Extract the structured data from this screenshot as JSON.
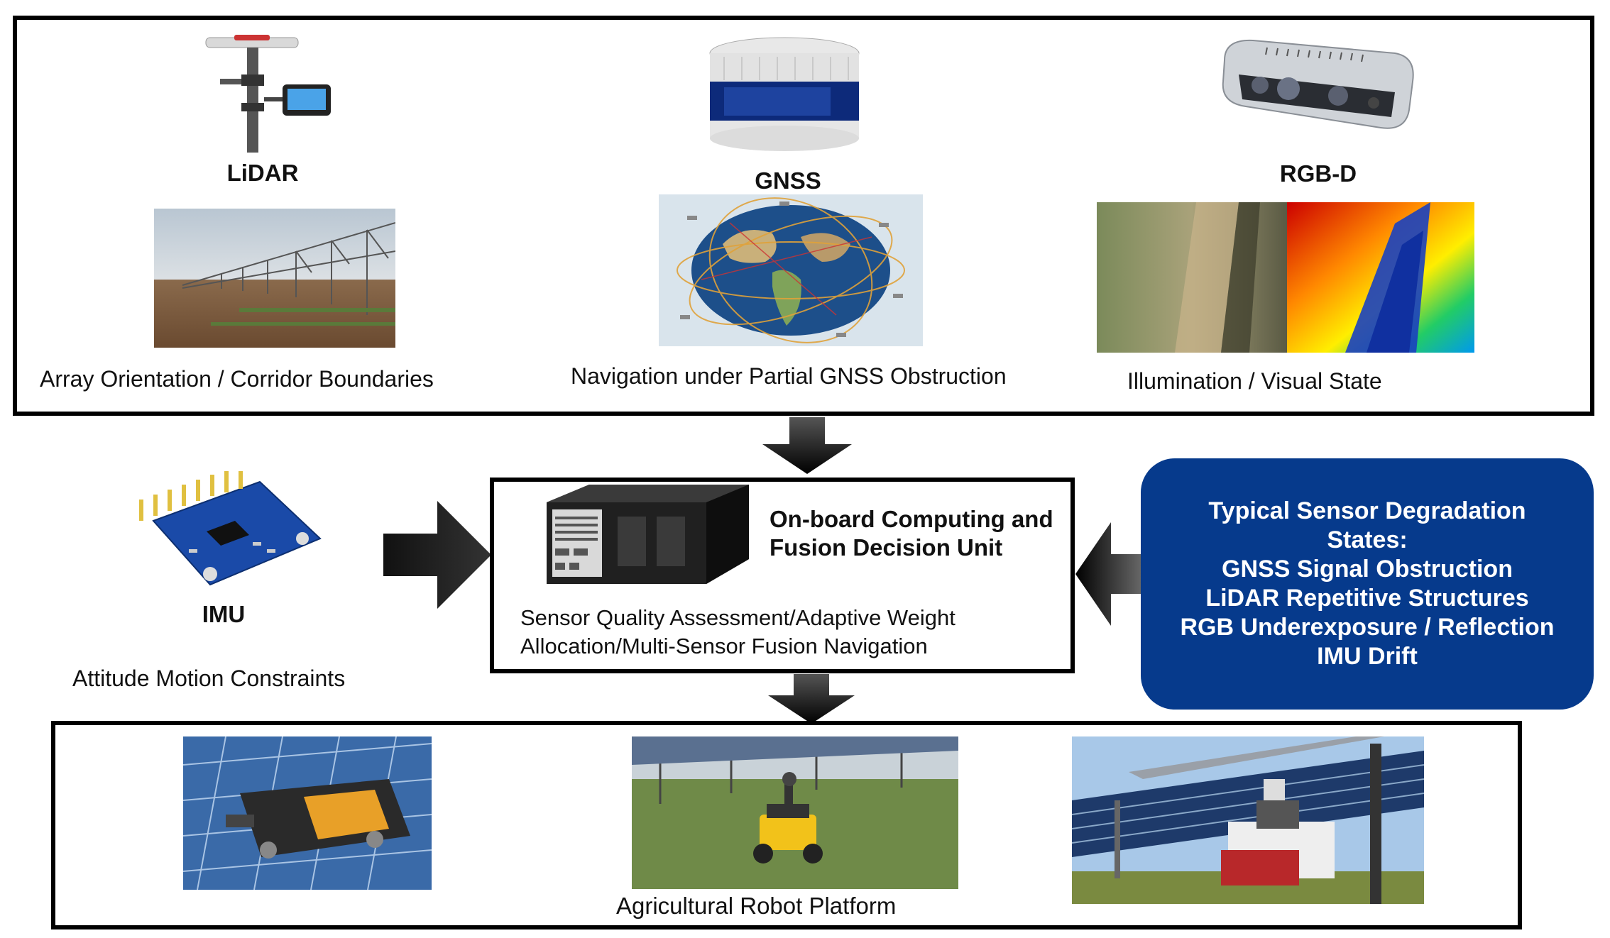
{
  "sensors": {
    "lidar": {
      "name": "LiDAR",
      "caption": "Array Orientation / Corridor Boundaries"
    },
    "gnss": {
      "name": "GNSS",
      "caption": "Navigation under Partial GNSS Obstruction"
    },
    "rgbd": {
      "name": "RGB-D",
      "caption": "Illumination / Visual State"
    },
    "imu": {
      "name": "IMU",
      "caption": "Attitude Motion Constraints"
    }
  },
  "processor": {
    "title_line1": "On-board Computing and",
    "title_line2": "Fusion Decision Unit",
    "desc_line1": "Sensor Quality Assessment/Adaptive Weight",
    "desc_line2": "Allocation/Multi-Sensor Fusion Navigation"
  },
  "degradation": {
    "lines": [
      "Typical Sensor Degradation",
      "States:",
      "GNSS Signal Obstruction",
      "LiDAR Repetitive Structures",
      "RGB Underexposure / Reflection",
      "IMU Drift"
    ]
  },
  "platform": {
    "caption": "Agricultural Robot Platform"
  },
  "colors": {
    "accent_blue": "#063a8c",
    "border": "#000000"
  }
}
